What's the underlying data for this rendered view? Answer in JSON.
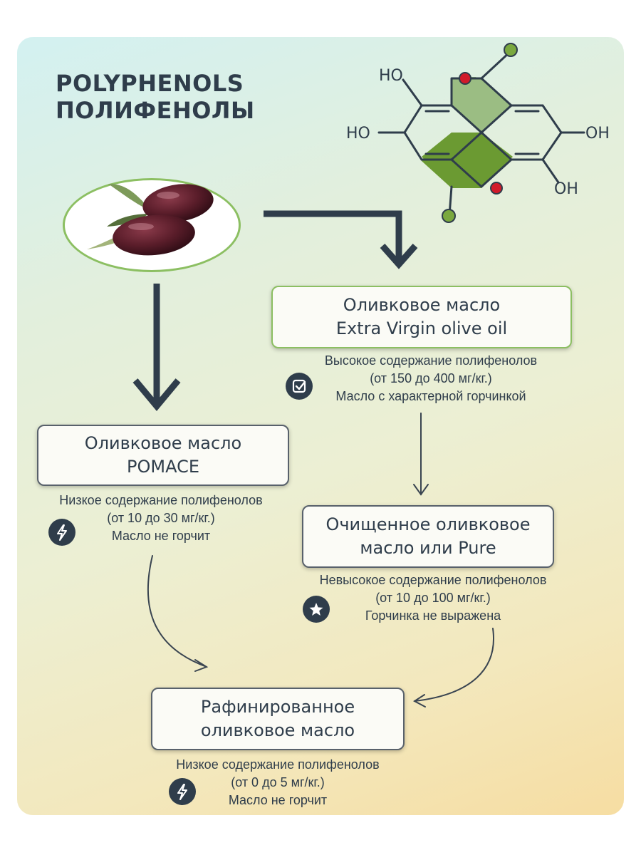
{
  "title": {
    "line1": "POLYPHENOLS",
    "line2": "ПОЛИФЕНОЛЫ"
  },
  "molecule": {
    "labels": [
      "HO",
      "HO",
      "OH",
      "OH"
    ]
  },
  "boxes": {
    "extra_virgin": {
      "line1": "Оливковое масло",
      "line2": "Extra Virgin olive oil"
    },
    "pomace": {
      "line1": "Оливковое масло",
      "line2": "POMACE"
    },
    "pure": {
      "line1": "Очищенное оливковое",
      "line2": "масло или Pure"
    },
    "refined": {
      "line1": "Рафинированное",
      "line2": "оливковое масло"
    }
  },
  "descriptions": {
    "extra_virgin": {
      "line1": "Высокое содержание полифенолов",
      "line2": "(от 150 до 400 мг/кг.)",
      "line3": "Масло с характерной горчинкой",
      "icon": "checkbox-icon"
    },
    "pomace": {
      "line1": "Низкое содержание полифенолов",
      "line2": "(от 10 до 30 мг/кг.)",
      "line3": "Масло не горчит",
      "icon": "lightning-icon"
    },
    "pure": {
      "line1": "Невысокое содержание полифенолов",
      "line2": "(от 10 до 100 мг/кг.)",
      "line3": "Горчинка не выражена",
      "icon": "star-icon"
    },
    "refined": {
      "line1": "Низкое содержание полифенолов",
      "line2": "(от 0 до 5 мг/кг.)",
      "line3": "Масло не горчит",
      "icon": "lightning-icon"
    }
  },
  "colors": {
    "text": "#2f3d4b",
    "accent_green": "#8cbf62",
    "dark_green": "#6b9a32",
    "light_green": "#9bbd83",
    "oxygen_red": "#d11a2a"
  }
}
